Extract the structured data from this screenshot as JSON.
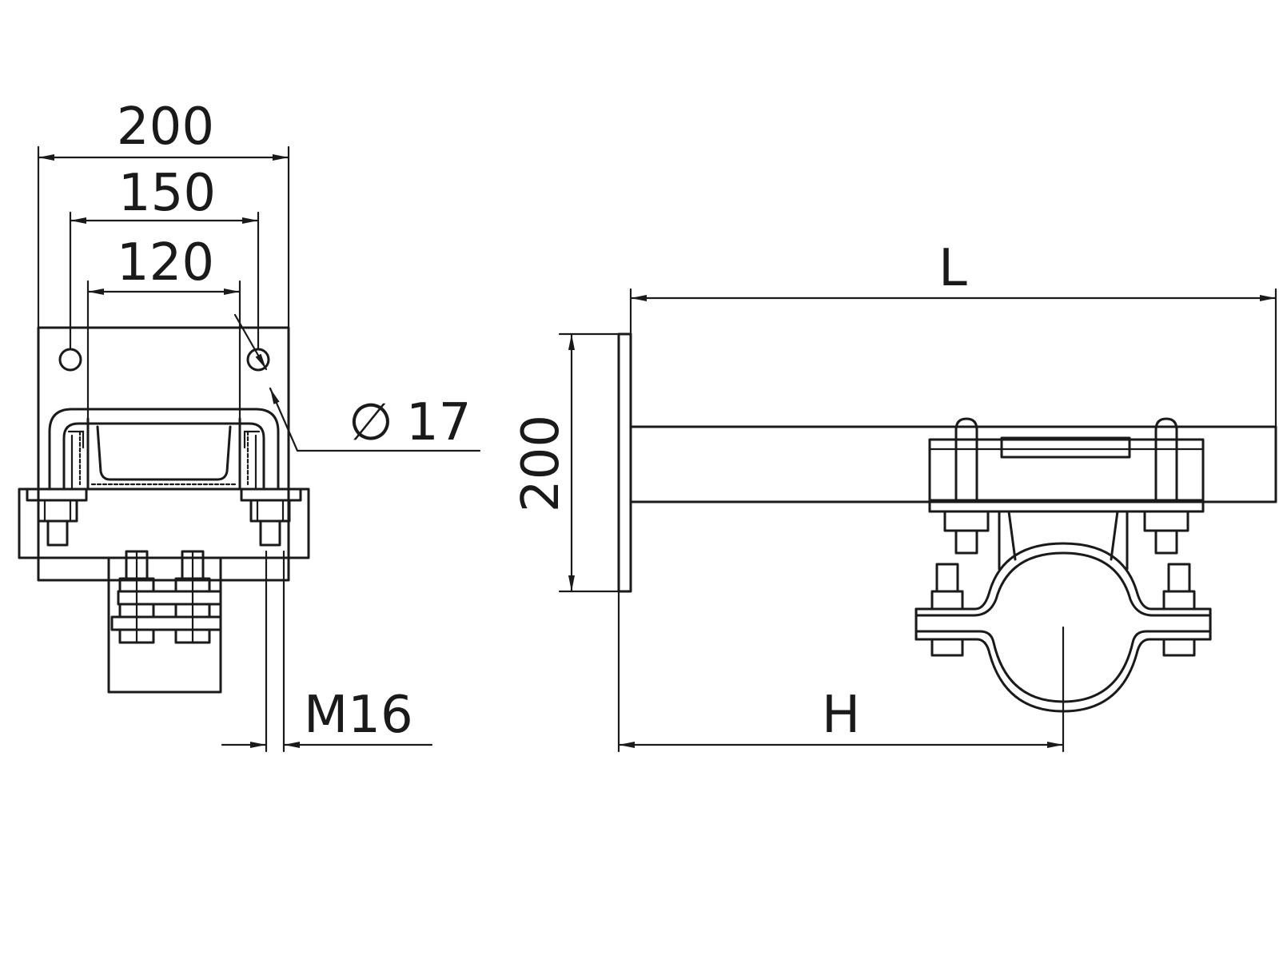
{
  "dimensions": {
    "width_200": "200",
    "width_150": "150",
    "width_120": "120",
    "hole_diameter_symbol": "∅",
    "hole_diameter": "17",
    "thread": "M16",
    "length": "L",
    "height_200": "200",
    "offset": "H"
  }
}
